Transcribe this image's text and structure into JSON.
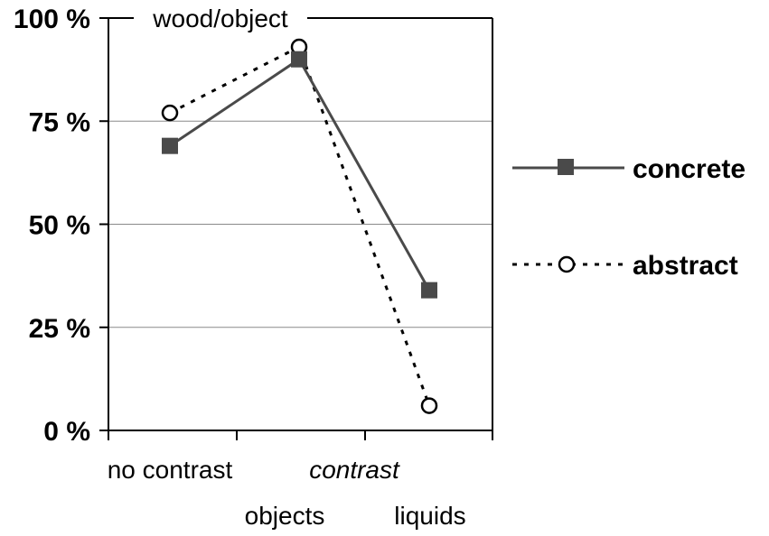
{
  "chart_data": {
    "type": "line",
    "title": "wood/object",
    "categories": [
      "no contrast",
      "objects",
      "liquids"
    ],
    "group_label": "contrast",
    "ylim": [
      0,
      100
    ],
    "yticks": [
      0,
      25,
      50,
      75,
      100
    ],
    "ytick_labels": [
      "0 %",
      "25 %",
      "50 %",
      "75 %",
      "100 %"
    ],
    "grid": true,
    "legend_position": "right",
    "series": [
      {
        "name": "concrete",
        "values": [
          69,
          90,
          34
        ],
        "color": "#4a4a4a",
        "line": "solid",
        "marker": "square"
      },
      {
        "name": "abstract",
        "values": [
          77,
          93,
          6
        ],
        "color": "#000000",
        "line": "dotted",
        "marker": "open-circle"
      }
    ]
  }
}
